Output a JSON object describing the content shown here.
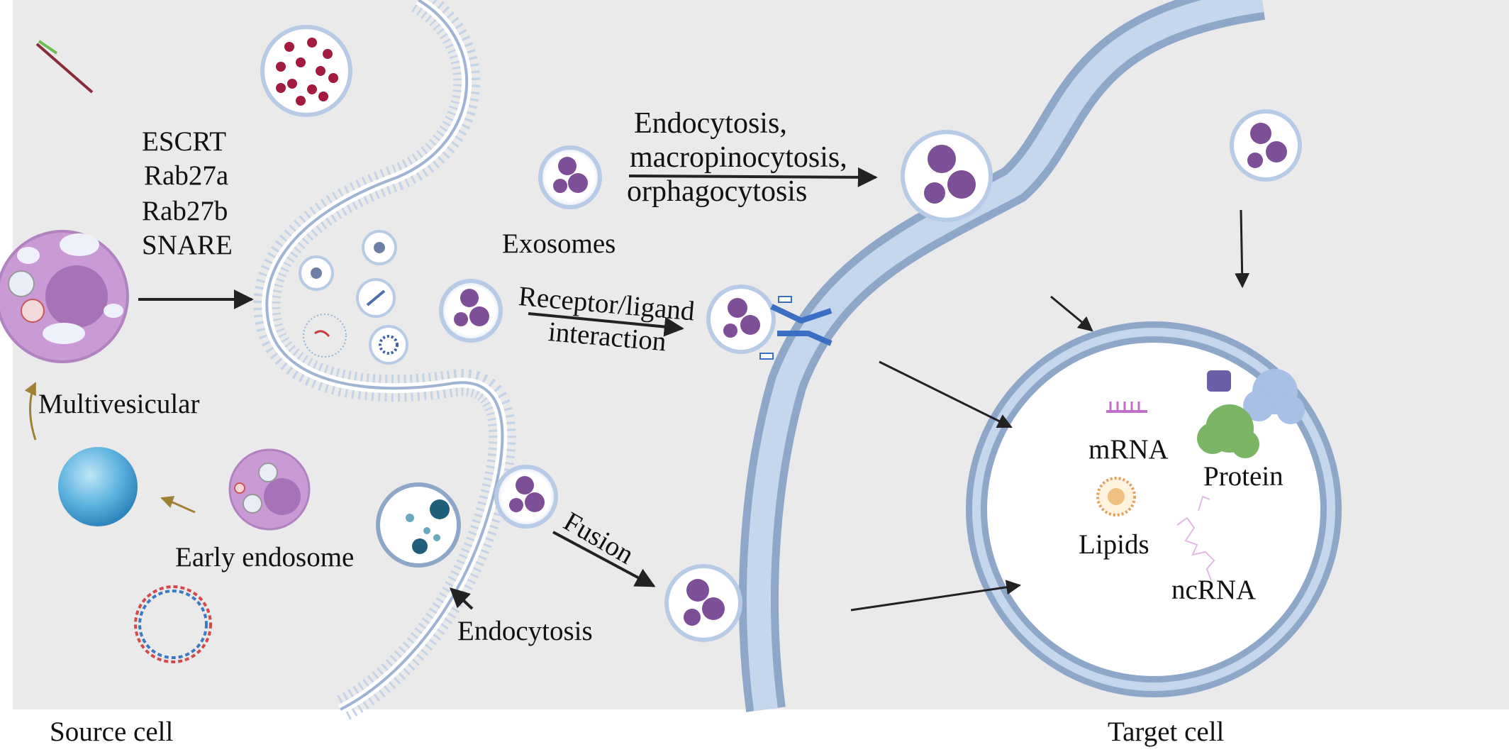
{
  "labels": {
    "escrt": "ESCRT",
    "rab27a": "Rab27a",
    "rab27b": "Rab27b",
    "snare": "SNARE",
    "multivesicular": "Multivesicular",
    "early_endosome": "Early endosome",
    "endocytosis_bottom": "Endocytosis",
    "exosomes": "Exosomes",
    "pathway_top_1": "Endocytosis,",
    "pathway_top_2": "macropinocytosis,",
    "pathway_top_3": "orphagocytosis",
    "receptor_1": "Receptor/ligand",
    "receptor_2": "interaction",
    "fusion": "Fusion",
    "mrna": "mRNA",
    "protein": "Protein",
    "lipids": "Lipids",
    "ncrna": "ncRNA",
    "source_cell": "Source cell",
    "target_cell": "Target cell"
  },
  "colors": {
    "panel": "#eaeaea",
    "membrane": "#b7cbe6",
    "membrane_edge": "#8ea6c8",
    "vesicle_purple": "#7d4f96",
    "mvb_purple": "#c99ad6",
    "arrow": "#222222",
    "arrow_gold": "#a08034"
  }
}
